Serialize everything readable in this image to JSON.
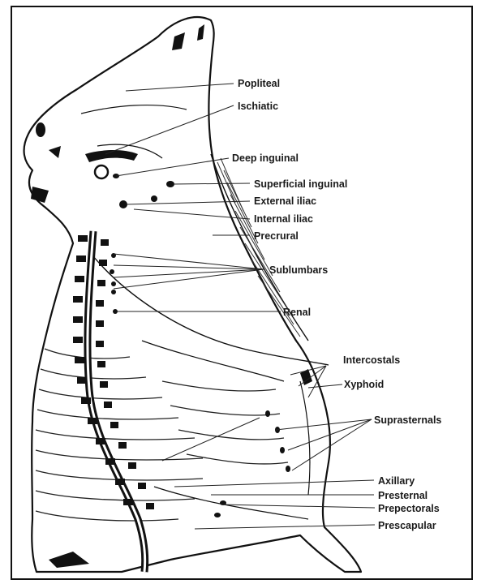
{
  "labels": {
    "popliteal": "Popliteal",
    "ischiatic": "Ischiatic",
    "deep_inguinal": "Deep inguinal",
    "superficial_inguinal": "Superficial inguinal",
    "external_iliac": "External iliac",
    "internal_iliac": "Internal iliac",
    "precrural": "Precrural",
    "sublumbars": "Sublumbars",
    "renal": "Renal",
    "intercostals": "Intercostals",
    "xyphoid": "Xyphoid",
    "suprasternals": "Suprasternals",
    "axillary": "Axillary",
    "presternal": "Presternal",
    "prepectorals": "Prepectorals",
    "prescapular": "Prescapular"
  }
}
